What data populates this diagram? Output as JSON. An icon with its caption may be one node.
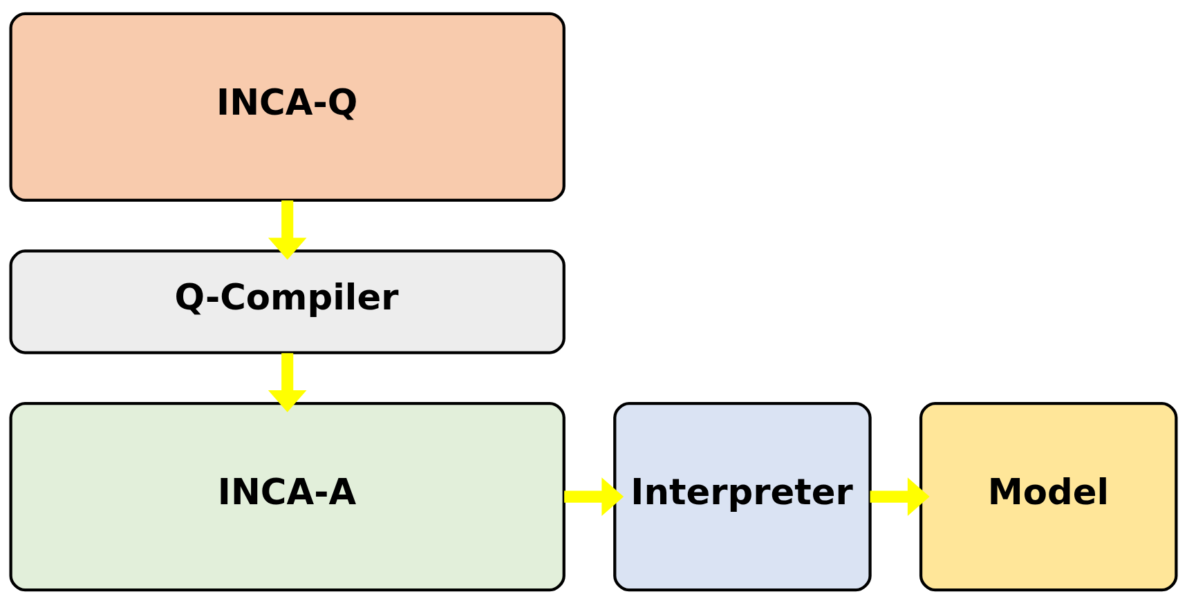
{
  "diagram": {
    "nodes": [
      {
        "text": [
          "INCA-Q"
        ]
      },
      {
        "text": [
          "Q-Compiler"
        ]
      },
      {
        "text": [
          "INCA-A"
        ]
      },
      {
        "text": [
          "Interpreter"
        ]
      },
      {
        "text": [
          "Model"
        ]
      }
    ],
    "edges": [
      {
        "from": 0,
        "to": 1,
        "arrow": "to"
      },
      {
        "from": 1,
        "to": 2,
        "arrow": "to"
      },
      {
        "from": 2,
        "to": 3,
        "arrow": "to"
      },
      {
        "from": 3,
        "to": 4,
        "arrow": "to"
      }
    ]
  }
}
